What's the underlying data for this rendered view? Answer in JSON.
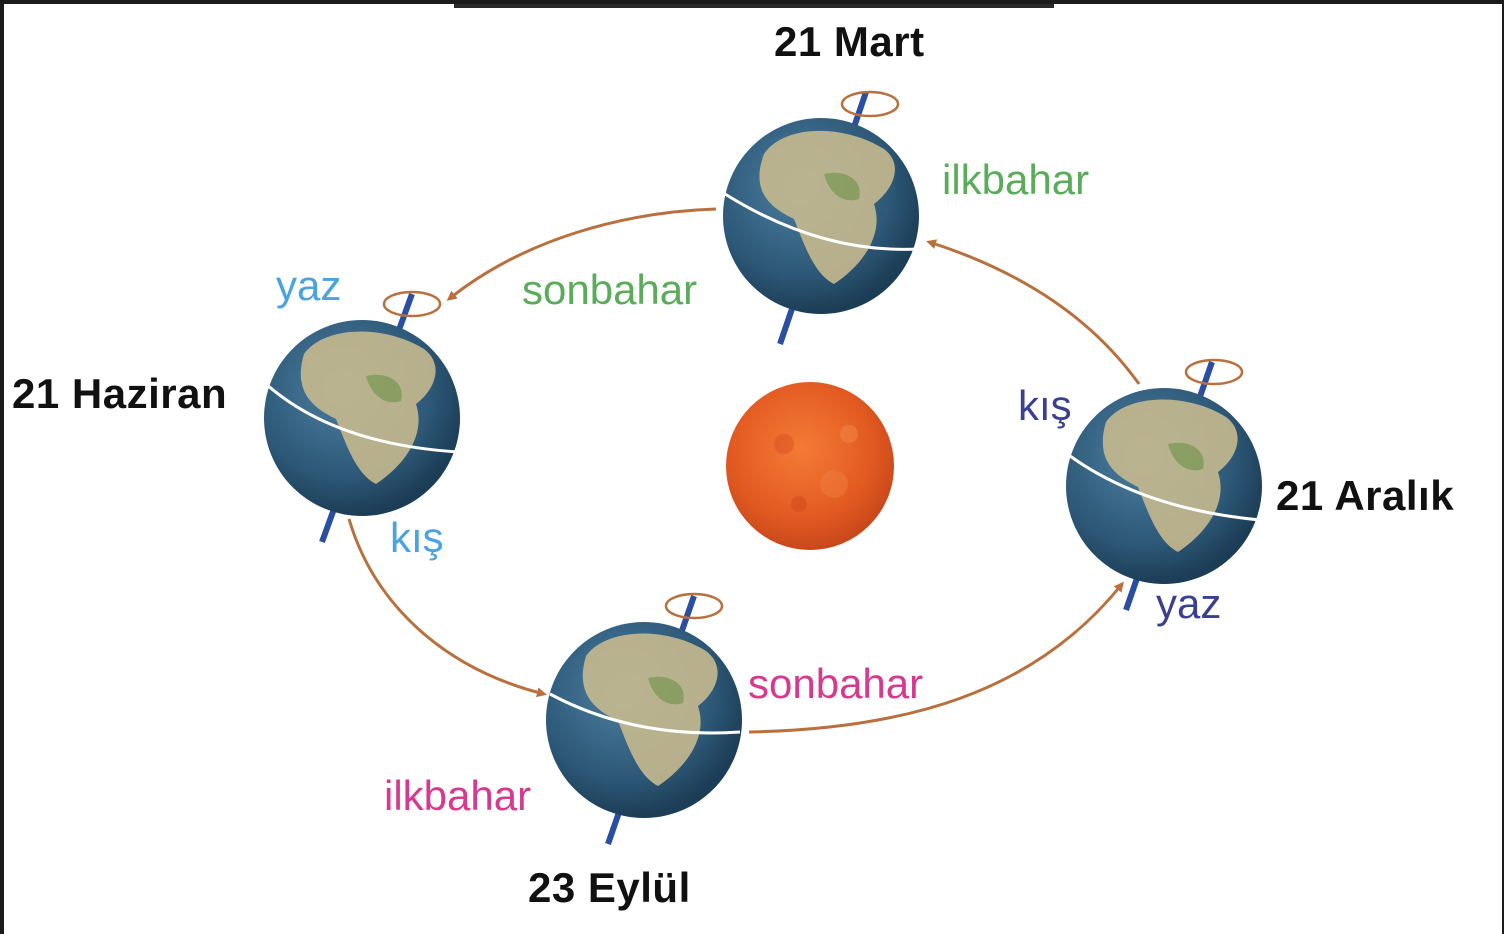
{
  "dates": {
    "mart": "21 Mart",
    "haziran": "21 Haziran",
    "eylul": "23 Eylül",
    "aralik": "21 Aralık"
  },
  "seasons": {
    "mart_north": "ilkbahar",
    "mart_south": "sonbahar",
    "haziran_north": "yaz",
    "haziran_south": "kış",
    "eylul_north": "sonbahar",
    "eylul_south": "ilkbahar",
    "aralik_north": "kış",
    "aralik_south": "yaz"
  },
  "colors": {
    "green": "#5aab5a",
    "lightblue": "#4aa3df",
    "magenta": "#d6398e",
    "navy": "#3a3f8f",
    "arrow": "#b8703f",
    "axis": "#2a4fa0",
    "sun": "#e8622a",
    "ocean": "#2e5a7a",
    "land": "#c7b98e"
  }
}
